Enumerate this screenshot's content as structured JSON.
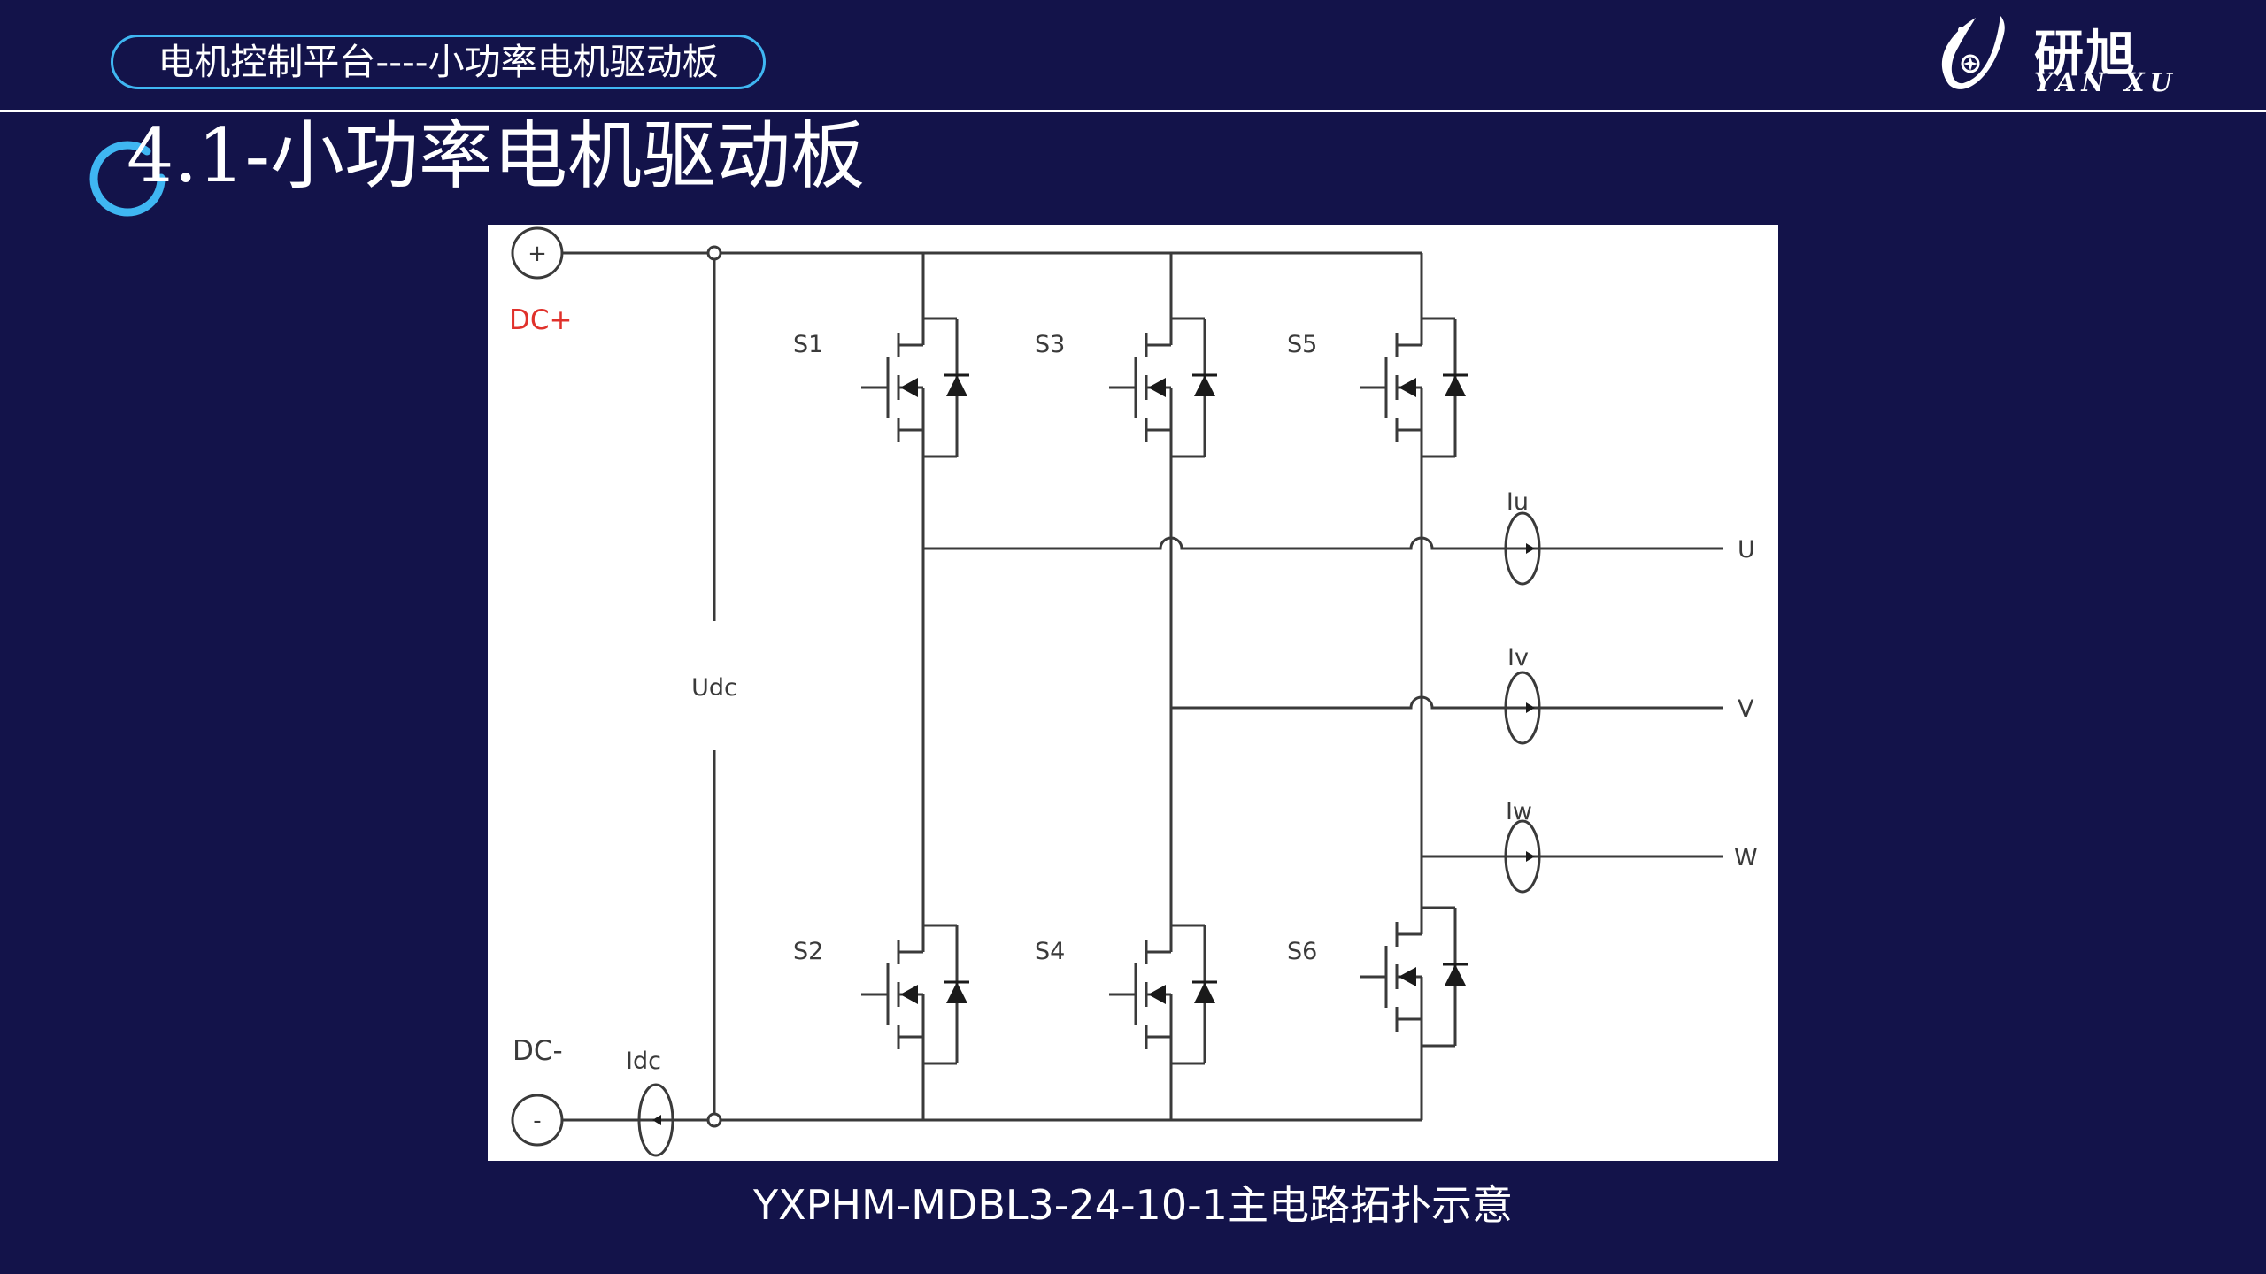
{
  "header": {
    "platform_label": "电机控制平台----小功率电机驱动板",
    "logo_text": "研旭",
    "logo_subtext": "YAN XU"
  },
  "slide": {
    "title": "4.1-小功率电机驱动板",
    "caption": "YXPHM-MDBL3-24-10-1主电路拓扑示意"
  },
  "diagram": {
    "terminals": {
      "dc_plus_symbol": "+",
      "dc_minus_symbol": "-",
      "dc_plus_label": "DC+",
      "dc_minus_label": "DC-"
    },
    "bus_voltage_label": "Udc",
    "dc_current_label": "Idc",
    "switches": [
      "S1",
      "S3",
      "S5",
      "S2",
      "S4",
      "S6"
    ],
    "phase_currents": [
      "Iu",
      "Iv",
      "Iw"
    ],
    "phase_outputs": [
      "U",
      "V",
      "W"
    ]
  },
  "colors": {
    "background": "#13134a",
    "pill_border": "#3fb6f2",
    "dc_plus_text": "#e0312b",
    "wire": "#3a3a3a"
  }
}
